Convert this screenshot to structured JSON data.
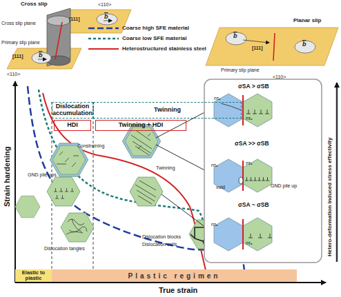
{
  "diagram": {
    "nodes": [
      {
        "text": [
          "Dislocation accumulation"
        ]
      },
      {
        "text": [
          "Twinning"
        ]
      },
      {
        "text": [
          "HDI"
        ]
      },
      {
        "text": [
          "Twinning + HDI"
        ]
      },
      {
        "text": [
          "Elastic to plastic"
        ]
      },
      {
        "text": [
          "Plastic regimen"
        ]
      }
    ],
    "labels": [
      "Cross slip",
      "Cross slip plane",
      "Primary slip plane",
      "[111]",
      "<110>",
      "b",
      "[111]",
      "b",
      "<110>",
      "Planar slip",
      "[111]",
      "b",
      "b",
      "Primary slip plane",
      "<110>",
      "Strain hardening",
      "True strain",
      "Constraining",
      "GND pile ups",
      "Twinning",
      "Dislocation tangles",
      "Dislocation blocks",
      "Dislocation cells",
      "σSA > σSB",
      "σSA >> σSB",
      "σSA ~ σSB",
      "nτₐ",
      "nτₐ",
      "nτₐ",
      "nτₐ",
      "nτₐ",
      "nτₐ",
      "void",
      "GND pile up",
      "Hetero-deformation induced stress effectivity"
    ],
    "legend": [
      {
        "text": "Coarse high SFE material"
      },
      {
        "text": "Coarse low SFE material"
      },
      {
        "text": "Heterostructured stainless steel"
      }
    ]
  }
}
